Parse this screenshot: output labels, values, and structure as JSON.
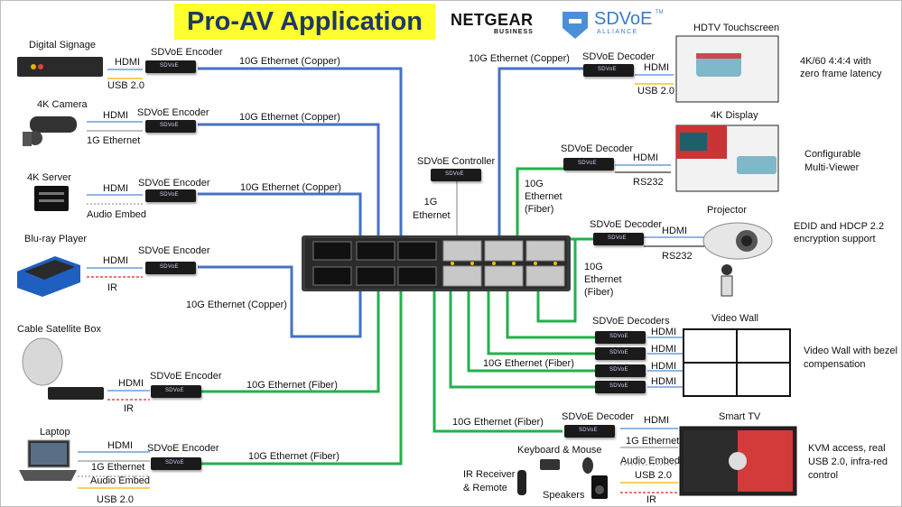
{
  "header": {
    "title": "Pro-AV Application"
  },
  "logos": {
    "netgear": "NETGEAR",
    "netgear_sub": "BUSINESS",
    "sdvoe": "SDVoE",
    "sdvoe_sub": "ALLIANCE",
    "sdvoe_tm": "TM"
  },
  "sources": [
    {
      "name": "Digital Signage",
      "device": "SDVoE Encoder",
      "link1": "HDMI",
      "link2": "USB 2.0",
      "uplink": "10G Ethernet (Copper)"
    },
    {
      "name": "4K Camera",
      "device": "SDVoE Encoder",
      "link1": "HDMI",
      "link2": "1G Ethernet",
      "uplink": "10G Ethernet (Copper)"
    },
    {
      "name": "4K Server",
      "device": "SDVoE Encoder",
      "link1": "HDMI",
      "link2": "Audio Embed",
      "uplink": "10G Ethernet (Copper)"
    },
    {
      "name": "Blu-ray Player",
      "device": "SDVoE Encoder",
      "link1": "HDMI",
      "link2": "IR",
      "uplink": "10G Ethernet (Copper)"
    },
    {
      "name": "Cable Satellite Box",
      "device": "SDVoE Encoder",
      "link1": "HDMI",
      "link2": "IR",
      "uplink": "10G Ethernet (Fiber)"
    },
    {
      "name": "Laptop",
      "device": "SDVoE Encoder",
      "link1": "HDMI",
      "link2": "1G Ethernet",
      "link3": "Audio Embed",
      "link4": "USB 2.0",
      "uplink": "10G Ethernet (Fiber)"
    }
  ],
  "controller": {
    "name": "SDVoE Controller",
    "link": "1G Ethernet"
  },
  "outputs": [
    {
      "name": "HDTV Touchscreen",
      "device": "SDVoE Decoder",
      "link1": "HDMI",
      "link2": "USB 2.0",
      "uplink": "10G Ethernet (Copper)",
      "note": "4K/60 4:4:4 with zero frame latency"
    },
    {
      "name": "4K Display",
      "device": "SDVoE Decoder",
      "link1": "HDMI",
      "link2": "RS232",
      "uplink": "10G Ethernet (Fiber)",
      "note": "Configurable Multi-Viewer"
    },
    {
      "name": "Projector",
      "device": "SDVoE Decoder",
      "link1": "HDMI",
      "link2": "RS232",
      "uplink": "10G Ethernet (Fiber)",
      "note": "EDID and HDCP 2.2 encryption support"
    },
    {
      "name": "Video Wall",
      "device": "SDVoE Decoders",
      "links": [
        "HDMI",
        "HDMI",
        "HDMI",
        "HDMI"
      ],
      "uplink": "10G Ethernet (Fiber)",
      "note": "Video Wall with bezel compensation"
    },
    {
      "name": "Smart TV",
      "device": "SDVoE Decoder",
      "link1": "HDMI",
      "link2": "1G Ethernet",
      "link3": "Audio Embed",
      "link4": "USB 2.0",
      "link5": "IR",
      "uplink": "10G Ethernet (Fiber)",
      "note": "KVM access, real USB 2.0, infra-red control"
    }
  ],
  "peripherals": {
    "keyboard": "Keyboard & Mouse",
    "ir": "IR Receiver & Remote",
    "speakers": "Speakers"
  },
  "colors": {
    "copper": "#4472c4",
    "fiber": "#22b14c",
    "title_bg": "#ffff2e",
    "title_text": "#1f3864",
    "usb_line": "#f0b400",
    "ir_line": "#e02020",
    "link_line": "#4a8bd6"
  }
}
